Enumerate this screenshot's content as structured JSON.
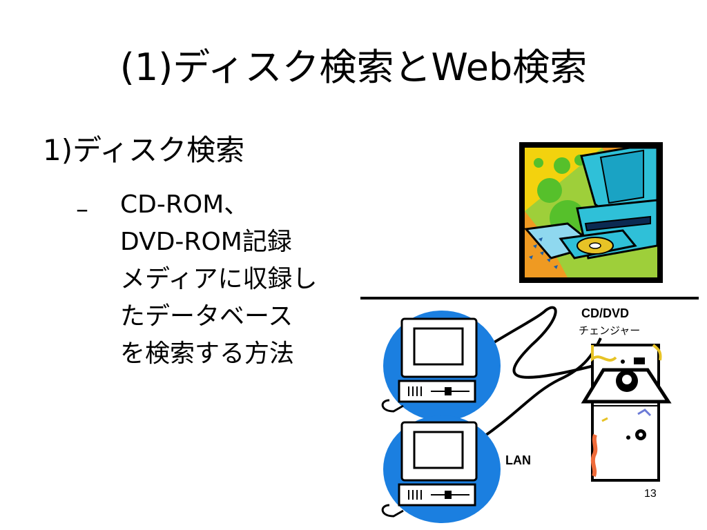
{
  "slide": {
    "title": "(1)ディスク検索とWeb検索",
    "level1_bullet": "1)ディスク検索",
    "level2_marker": "–",
    "level2_lines": [
      "CD-ROM、",
      "DVD-ROM記録",
      "メディアに収録し",
      "たデータベース",
      "を検索する方法"
    ],
    "page_number": "13"
  },
  "illustration": {
    "changer_label": "CD/DVD",
    "changer_sublabel": "チェンジャー",
    "network_label": "LAN"
  }
}
